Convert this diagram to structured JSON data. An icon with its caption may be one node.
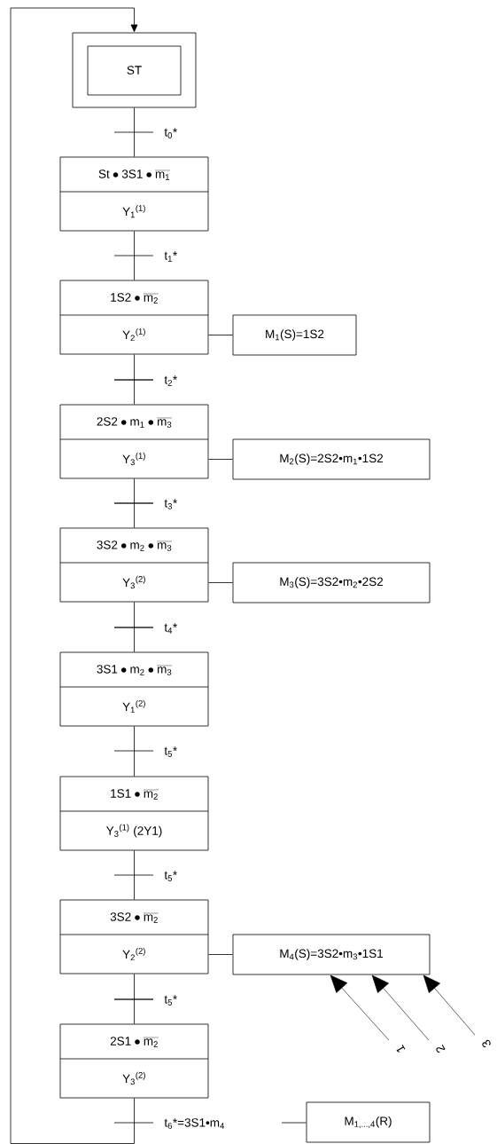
{
  "diagram": {
    "nodes": [
      {
        "text": [
          "ST"
        ]
      },
      {
        "text": [
          "\\mathrm{St\\bullet 3S1\\bullet \\overline{m_{1}}}",
          "Y$_{1}$$^{(1)}$"
        ]
      },
      {
        "text": [
          "\\mathrm{1S2\\bullet \\overline{m_{2}}}",
          "Y$_{2}$$^{(1)}$"
        ]
      },
      {
        "text": [
          "\\mathrm{2S2\\bullet m_{1}\\bullet \\overline{m_{3}}}",
          "Y$_{3}$$^{(1)}$"
        ]
      },
      {
        "text": [
          "\\mathrm{3S2\\bullet m_{2}\\bullet \\overline{m_{3}}}",
          "Y$_{3}$$^{(2)}$"
        ]
      },
      {
        "text": [
          "\\mathrm{3S1\\bullet m_{2}\\bullet \\overline{m_{3}}}",
          "Y$_{1}$$^{(2)}$"
        ]
      },
      {
        "text": [
          "\\mathrm{1S1\\bullet \\overline{m_{2}}}",
          "Y$_{3}$$^{(1)}$ (2Y1)"
        ]
      },
      {
        "text": [
          "\\mathrm{3S2\\bullet \\overline{m_{2}}}",
          "Y$_{2}$$^{(2)}$"
        ]
      },
      {
        "text": [
          "\\mathrm{2S1\\bullet \\overline{m_{2}}}",
          "Y$_{3}$$^{(2)}$"
        ]
      },
      {
        "text": [
          "M$_{1}$(S)=1S2"
        ]
      },
      {
        "text": [
          "M$_{2}$(S)=2S2•m$_{1}$•1S2"
        ]
      },
      {
        "text": [
          "M$_{3}$(S)=3S2•m$_{2}$•2S2"
        ]
      },
      {
        "text": [
          "M$_{4}$(S)=3S2•m$_{3}$•1S1"
        ]
      },
      {
        "text": [
          "M$_{1,...,4}$(R)"
        ]
      },
      {
        "text": [
          "1"
        ]
      },
      {
        "text": [
          "2"
        ]
      },
      {
        "text": [
          "3"
        ]
      }
    ],
    "edges": [
      {
        "from": 0,
        "to": 1,
        "arrow": "none",
        "label": "t$_{0}$*"
      },
      {
        "from": 1,
        "to": 2,
        "arrow": "none",
        "label": "t$_{1}$*"
      },
      {
        "from": 2,
        "to": 3,
        "arrow": "none",
        "label": "t$_{2}$*"
      },
      {
        "from": 3,
        "to": 4,
        "arrow": "none",
        "label": "t$_{3}$*"
      },
      {
        "from": 4,
        "to": 5,
        "arrow": "none",
        "label": "t$_{4}$*"
      },
      {
        "from": 5,
        "to": 6,
        "arrow": "none",
        "label": "t$_{5}$*"
      },
      {
        "from": 6,
        "to": 7,
        "arrow": "none",
        "label": "t$_{5}$*"
      },
      {
        "from": 7,
        "to": 8,
        "arrow": "none",
        "label": "t$_{5}$*"
      },
      {
        "from": 8,
        "to": 0,
        "arrow": "to",
        "label": "t$_{6}$*=3S1•m$_{4}$"
      },
      {
        "from": 2,
        "to": 9,
        "arrow": "none"
      },
      {
        "from": 3,
        "to": 10,
        "arrow": "none"
      },
      {
        "from": 4,
        "to": 11,
        "arrow": "none"
      },
      {
        "from": 7,
        "to": 12,
        "arrow": "none"
      },
      {
        "from": null,
        "to": 13,
        "arrow": "none"
      },
      {
        "from": 14,
        "to": 12,
        "arrow": "to"
      },
      {
        "from": 15,
        "to": 12,
        "arrow": "to"
      },
      {
        "from": 16,
        "to": 12,
        "arrow": "to"
      }
    ]
  }
}
